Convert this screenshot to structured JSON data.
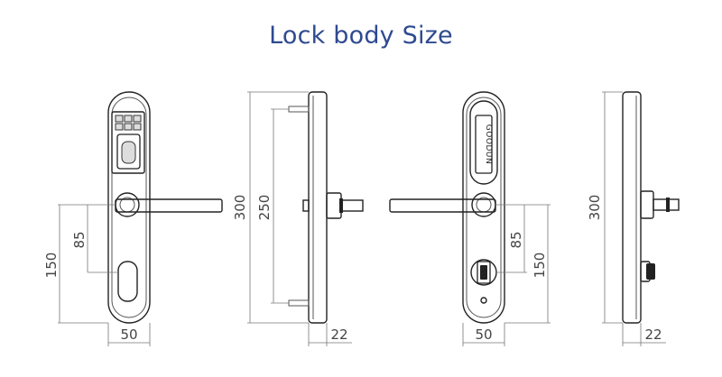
{
  "title": "Lock body Size",
  "colors": {
    "title": "#2e4a8f",
    "line": "#222222",
    "dimension": "#777777"
  },
  "views": [
    {
      "name": "front",
      "dimensions": {
        "height_150": "150",
        "height_85": "85",
        "width": "50"
      }
    },
    {
      "name": "side",
      "dimensions": {
        "height_300": "300",
        "height_250": "250",
        "depth": "22"
      }
    },
    {
      "name": "back",
      "logo": "GOODUN",
      "dimensions": {
        "height_85": "85",
        "height_150": "150",
        "width": "50"
      }
    },
    {
      "name": "side2",
      "dimensions": {
        "height_300": "300",
        "depth": "22"
      }
    }
  ]
}
